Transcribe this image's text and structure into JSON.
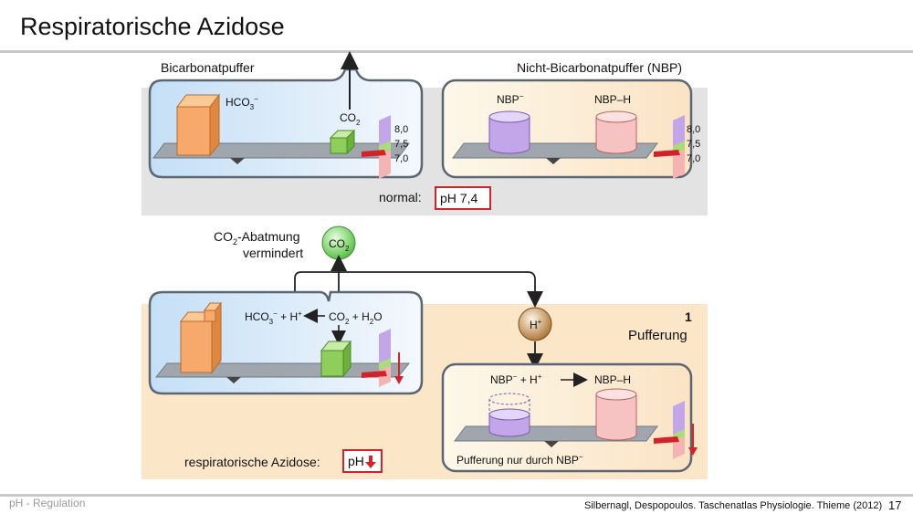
{
  "slide": {
    "title": "Respiratorische Azidose",
    "footer_left": "pH - Regulation",
    "citation": "Silbernagl, Despopoulos. Taschenatlas Physiologie. Thieme (2012)",
    "page_number": "17"
  },
  "normal": {
    "bicarb_label": "Bicarbonatpuffer",
    "nbp_label": "Nicht-Bicarbonatpuffer (NBP)",
    "hco3_label": "HCO",
    "hco3_sub": "3",
    "hco3_sup": "−",
    "co2_label": "CO",
    "co2_sub": "2",
    "nbp_minus_label": "NBP",
    "nbp_minus_sup": "−",
    "nbph_label": "NBP–H",
    "scale": [
      "8,0",
      "7,5",
      "7,0"
    ],
    "status_prefix": "normal:",
    "status_value": "pH 7,4"
  },
  "acidosis": {
    "exhale_line1a": "CO",
    "exhale_line1_sub": "2",
    "exhale_line1b": "-Abatmung",
    "exhale_line2": "vermindert",
    "co2_circle": "CO",
    "co2_circle_sub": "2",
    "h_circle": "H",
    "h_circle_sup": "+",
    "reaction_left": "HCO",
    "reaction_left_sub": "3",
    "reaction_left_sup": "−",
    "reaction_plus_h": " + H",
    "reaction_plus_h_sup": "+",
    "reaction_right": "CO",
    "reaction_right_sub": "2",
    "reaction_right_tail": " + H",
    "reaction_right_sub2": "2",
    "reaction_right_o": "O",
    "step_number": "1",
    "step_label": "Pufferung",
    "nbp_reaction_a": "NBP",
    "nbp_reaction_a_sup": "−",
    "nbp_reaction_b": " + H",
    "nbp_reaction_b_sup": "+",
    "nbp_product": "NBP–H",
    "nbp_caption_a": "Pufferung nur durch NBP",
    "nbp_caption_sup": "−",
    "status_prefix": "respiratorische Azidose:",
    "status_value": "pH"
  },
  "colors": {
    "gray_band": "#e3e3e3",
    "peach_band": "#fce6c8",
    "box_border": "#5b6672",
    "red": "#d2232a",
    "hco3_block": "#f6a96a",
    "co2_cube": "#8fce5b",
    "nbp_cyl": "#c3a6ea",
    "nbph_cyl": "#f6c2c2"
  }
}
